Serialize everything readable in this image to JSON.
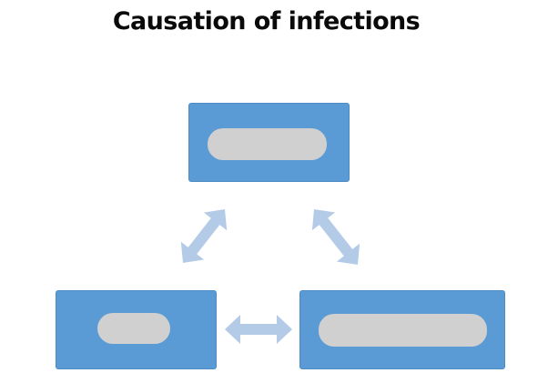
{
  "title": "Causation of infections",
  "colors": {
    "node_fill": "#5b9bd5",
    "arrow_fill": "#b4cbe8",
    "redaction_fill": "#d0d0d0",
    "title_text": "#0a0a0a"
  },
  "nodes": [
    {
      "id": "top",
      "label": ""
    },
    {
      "id": "bottom-left",
      "label": ""
    },
    {
      "id": "bottom-right",
      "label": ""
    }
  ],
  "edges": [
    {
      "from": "top",
      "to": "bottom-left",
      "type": "bidirectional"
    },
    {
      "from": "top",
      "to": "bottom-right",
      "type": "bidirectional"
    },
    {
      "from": "bottom-left",
      "to": "bottom-right",
      "type": "bidirectional"
    }
  ]
}
